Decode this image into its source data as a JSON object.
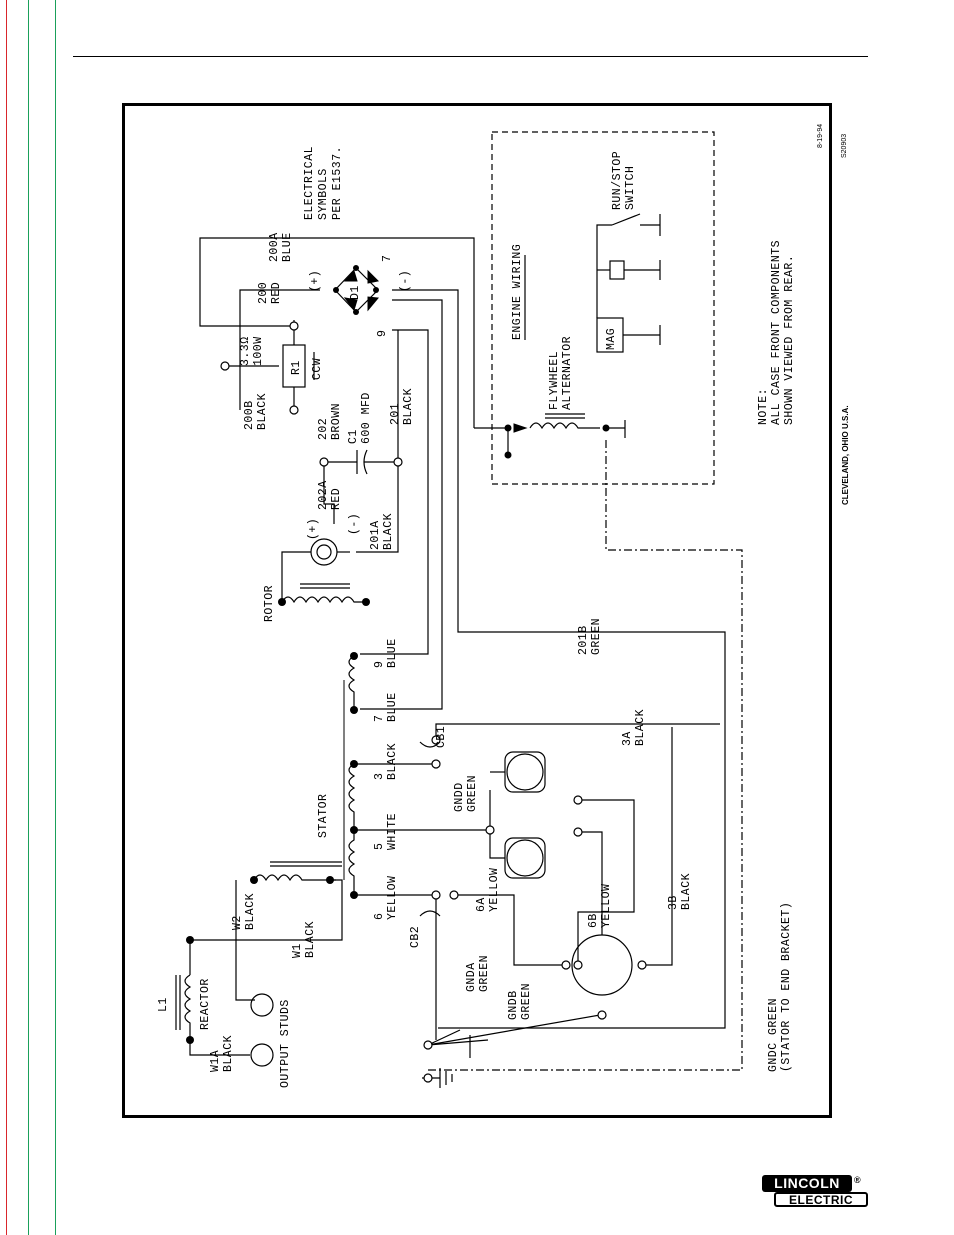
{
  "labels": {
    "electrical_symbols": [
      "ELECTRICAL",
      "SYMBOLS",
      "PER E1537."
    ],
    "w200a": [
      "200A",
      "BLUE"
    ],
    "w200": [
      "200",
      "RED"
    ],
    "plus_d1": "(+)",
    "d1": "D1",
    "minus_d1": "(-)",
    "t7": "7",
    "t9": "9",
    "r1_value": [
      "3.3Ω",
      "100W"
    ],
    "r1": "R1",
    "ccw": "CCW",
    "w200b": [
      "200B",
      "BLACK"
    ],
    "w202": [
      "202",
      "BROWN"
    ],
    "c1": [
      "C1",
      "600 MFD"
    ],
    "w201": [
      "201",
      "BLACK"
    ],
    "w202a": [
      "202A",
      "RED"
    ],
    "rotor_plus": "(+)",
    "rotor_minus": "(-)",
    "w201a": [
      "201A",
      "BLACK"
    ],
    "rotor": "ROTOR",
    "w201b": [
      "201B",
      "GREEN"
    ],
    "stator": "STATOR",
    "t9_blue": [
      "9",
      "BLUE"
    ],
    "t7_blue": [
      "7",
      "BLUE"
    ],
    "t3_black": [
      "3",
      "BLACK"
    ],
    "t5_white": [
      "5",
      "WHITE"
    ],
    "t6_yellow": [
      "6",
      "YELLOW"
    ],
    "cb1": "CB1",
    "cb2": "CB2",
    "w3a": [
      "3A",
      "BLACK"
    ],
    "gndd": [
      "GNDD",
      "GREEN"
    ],
    "w6a": [
      "6A",
      "YELLOW"
    ],
    "w6b": [
      "6B",
      "YELLOW"
    ],
    "w3b": [
      "3B",
      "BLACK"
    ],
    "gnda": [
      "GNDA",
      "GREEN"
    ],
    "gndb": [
      "GNDB",
      "GREEN"
    ],
    "gndc": [
      "GNDC GREEN",
      "(STATOR TO END BRACKET)"
    ],
    "w2": [
      "W2",
      "BLACK"
    ],
    "w1": [
      "W1",
      "BLACK"
    ],
    "l1": "L1",
    "reactor": "REACTOR",
    "w1a": [
      "W1A",
      "BLACK"
    ],
    "output_studs": "OUTPUT STUDS",
    "engine_wiring": "ENGINE WIRING",
    "flywheel": [
      "FLYWHEEL",
      "ALTERNATOR"
    ],
    "mag": "MAG",
    "run_stop": [
      "RUN/STOP",
      "SWITCH"
    ],
    "note": [
      "NOTE:",
      "ALL CASE FRONT COMPONENTS",
      "SHOWN VIEWED FROM REAR."
    ],
    "date": "8-19-94",
    "drawing_no": "S20903",
    "cleveland": "CLEVELAND, OHIO U.S.A."
  },
  "logo": {
    "top": "LINCOLN",
    "registered": "®",
    "bottom": "ELECTRIC"
  }
}
